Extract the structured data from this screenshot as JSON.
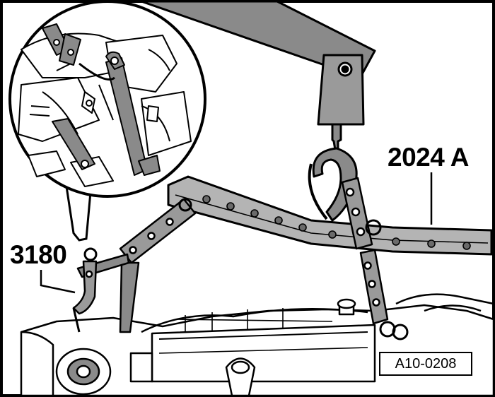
{
  "labels": {
    "lifting_tackle": "2024 A",
    "support_pin": "3180",
    "figure_code": "A10-0208"
  },
  "colors": {
    "ink": "#000000",
    "metal": "#8a8a8a",
    "metal_light": "#b4b4b4",
    "paper": "#ffffff"
  }
}
